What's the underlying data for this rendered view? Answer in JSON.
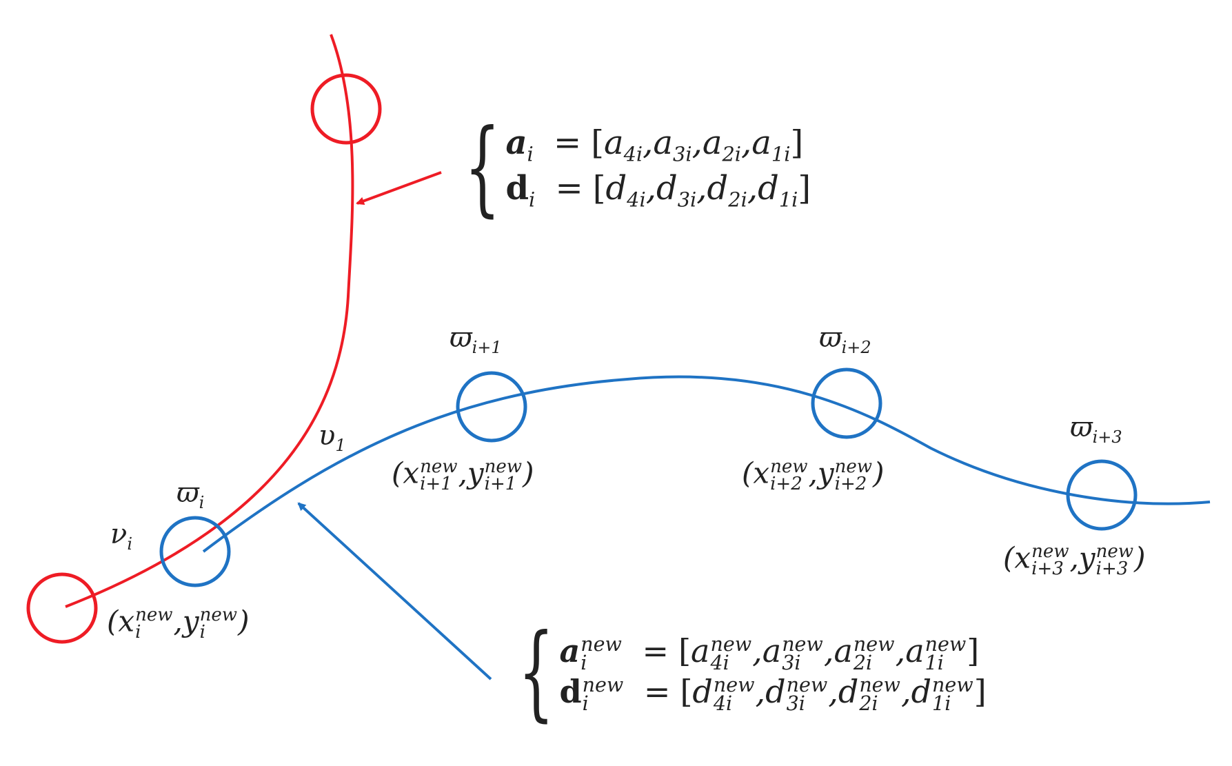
{
  "colors": {
    "red_curve": "#ee1c25",
    "blue_curve": "#1f73c4",
    "text": "#222222"
  },
  "nodes": {
    "omega_i": {
      "base": "ϖ",
      "sub": "i"
    },
    "omega_i1": {
      "base": "ϖ",
      "sub": "i+1"
    },
    "omega_i2": {
      "base": "ϖ",
      "sub": "i+2"
    },
    "omega_i3": {
      "base": "ϖ",
      "sub": "i+3"
    }
  },
  "labels": {
    "nu_i": {
      "base": "ν",
      "sub": "i"
    },
    "upsilon_1": {
      "base": "υ",
      "sub": "1"
    }
  },
  "coords": {
    "c_i": {
      "open": "(",
      "x": "x",
      "y": "y",
      "sup": "new",
      "sub": "i",
      "sep": ",",
      "close": ")"
    },
    "c_i1": {
      "open": "(",
      "x": "x",
      "y": "y",
      "sup": "new",
      "sub": "i+1",
      "sep": ",",
      "close": ")"
    },
    "c_i2": {
      "open": "(",
      "x": "x",
      "y": "y",
      "sup": "new",
      "sub": "i+2",
      "sep": ",",
      "close": ")"
    },
    "c_i3": {
      "open": "(",
      "x": "x",
      "y": "y",
      "sup": "new",
      "sub": "i+3",
      "sep": ",",
      "close": ")"
    }
  },
  "equations_old": {
    "brace": "{",
    "a": {
      "lhs": "a",
      "lhs_sub": "i",
      "eq": "=",
      "open": "[",
      "close": "]",
      "terms": [
        "a",
        "a",
        "a",
        "a"
      ],
      "subs": [
        "4i",
        "3i",
        "2i",
        "1i"
      ],
      "sep": ","
    },
    "d": {
      "lhs": "d",
      "lhs_sub": "i",
      "eq": "=",
      "open": "[",
      "close": "]",
      "terms": [
        "d",
        "d",
        "d",
        "d"
      ],
      "subs": [
        "4i",
        "3i",
        "2i",
        "1i"
      ],
      "sep": ","
    }
  },
  "equations_new": {
    "brace": "{",
    "a": {
      "lhs": "a",
      "lhs_sup": "new",
      "lhs_sub": "i",
      "eq": "=",
      "open": "[",
      "close": "]",
      "terms": [
        "a",
        "a",
        "a",
        "a"
      ],
      "sup": "new",
      "subs": [
        "4i",
        "3i",
        "2i",
        "1i"
      ],
      "sep": ","
    },
    "d": {
      "lhs": "d",
      "lhs_sup": "new",
      "lhs_sub": "i",
      "eq": "=",
      "open": "[",
      "close": "]",
      "terms": [
        "d",
        "d",
        "d",
        "d"
      ],
      "sup": "new",
      "subs": [
        "4i",
        "3i",
        "2i",
        "1i"
      ],
      "sep": ","
    }
  }
}
